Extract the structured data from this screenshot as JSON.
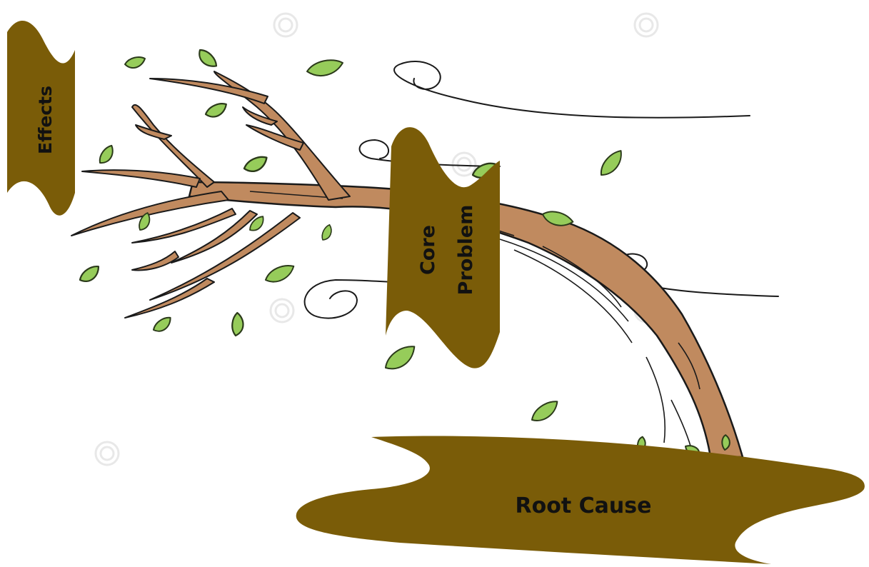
{
  "labels": {
    "effects": "Effects",
    "core_problem_line1": "Core",
    "core_problem_line2": "Problem",
    "root_cause": "Root Cause"
  },
  "colors": {
    "banner_fill": "#7a5c08",
    "trunk_fill": "#c08a5f",
    "trunk_stroke": "#1a1a1a",
    "leaf_fill": "#96cc5a",
    "leaf_stroke": "#2b3a1a",
    "wind_stroke": "#1a1a1a",
    "watermark": "#e6e6e6",
    "label_text": "#111111"
  },
  "icons": {
    "tree": "windblown-tree-icon",
    "leaf": "leaf-icon",
    "wind": "wind-swirl-icon"
  }
}
